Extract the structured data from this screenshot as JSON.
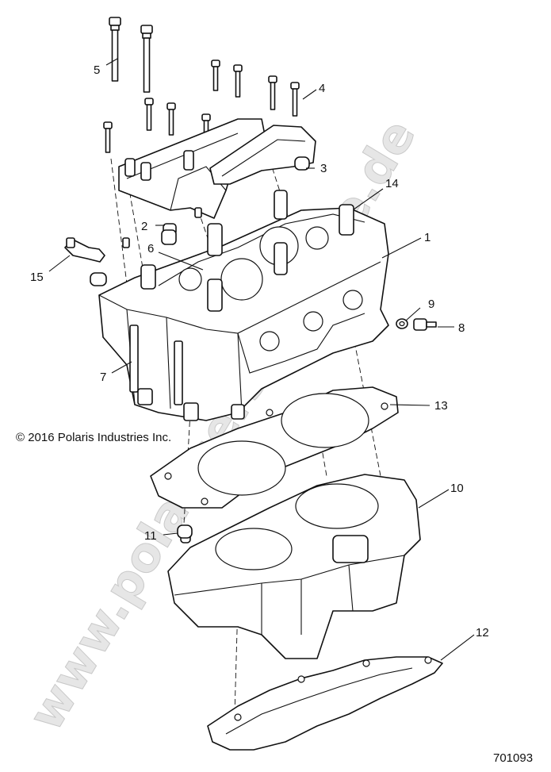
{
  "watermark": "www.polarisersatzteile.de",
  "copyright": "© 2016 Polaris Industries Inc.",
  "document_number": "701093",
  "callouts": [
    {
      "id": "1",
      "label": "1"
    },
    {
      "id": "2",
      "label": "2"
    },
    {
      "id": "3",
      "label": "3"
    },
    {
      "id": "4",
      "label": "4"
    },
    {
      "id": "5",
      "label": "5"
    },
    {
      "id": "6",
      "label": "6"
    },
    {
      "id": "7",
      "label": "7"
    },
    {
      "id": "8",
      "label": "8"
    },
    {
      "id": "9",
      "label": "9"
    },
    {
      "id": "10",
      "label": "10"
    },
    {
      "id": "11",
      "label": "11"
    },
    {
      "id": "12",
      "label": "12"
    },
    {
      "id": "13",
      "label": "13"
    },
    {
      "id": "14",
      "label": "14"
    },
    {
      "id": "15",
      "label": "15"
    }
  ]
}
